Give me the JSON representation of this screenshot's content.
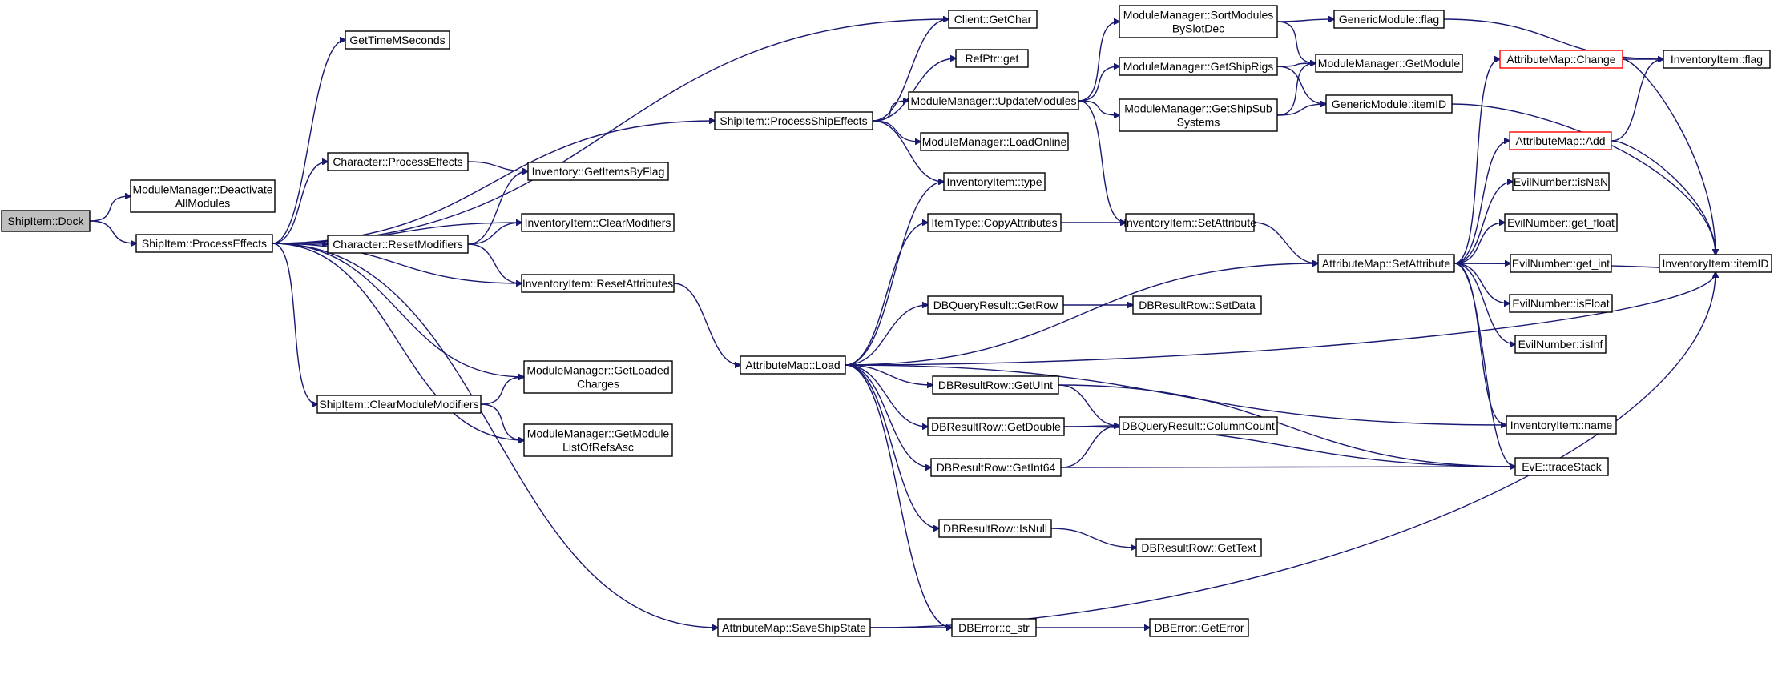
{
  "nodes": [
    {
      "id": "n_dock",
      "lines": [
        "ShipItem::Dock"
      ]
    },
    {
      "id": "n_deact",
      "lines": [
        "ModuleManager::Deactivate",
        "AllModules"
      ]
    },
    {
      "id": "n_pe",
      "lines": [
        "ShipItem::ProcessEffects"
      ]
    },
    {
      "id": "n_gtm",
      "lines": [
        "GetTimeMSeconds"
      ]
    },
    {
      "id": "n_cpe",
      "lines": [
        "Character::ProcessEffects"
      ]
    },
    {
      "id": "n_crm",
      "lines": [
        "Character::ResetModifiers"
      ]
    },
    {
      "id": "n_scmm",
      "lines": [
        "ShipItem::ClearModuleModifiers"
      ]
    },
    {
      "id": "n_igif",
      "lines": [
        "Inventory::GetItemsByFlag"
      ]
    },
    {
      "id": "n_iicm",
      "lines": [
        "InventoryItem::ClearModifiers"
      ]
    },
    {
      "id": "n_iira",
      "lines": [
        "InventoryItem::ResetAttributes"
      ]
    },
    {
      "id": "n_mmglc",
      "lines": [
        "ModuleManager::GetLoaded",
        "Charges"
      ]
    },
    {
      "id": "n_mmgml",
      "lines": [
        "ModuleManager::GetModule",
        "ListOfRefsAsc"
      ]
    },
    {
      "id": "n_cgc",
      "lines": [
        "Client::GetChar"
      ]
    },
    {
      "id": "n_rpg",
      "lines": [
        "RefPtr::get"
      ]
    },
    {
      "id": "n_spse",
      "lines": [
        "ShipItem::ProcessShipEffects"
      ]
    },
    {
      "id": "n_mmum",
      "lines": [
        "ModuleManager::UpdateModules"
      ]
    },
    {
      "id": "n_mmlo",
      "lines": [
        "ModuleManager::LoadOnline"
      ]
    },
    {
      "id": "n_iit",
      "lines": [
        "InventoryItem::type"
      ]
    },
    {
      "id": "n_itca",
      "lines": [
        "ItemType::CopyAttributes"
      ]
    },
    {
      "id": "n_dbqgr",
      "lines": [
        "DBQueryResult::GetRow"
      ]
    },
    {
      "id": "n_aml",
      "lines": [
        "AttributeMap::Load"
      ]
    },
    {
      "id": "n_dbgu",
      "lines": [
        "DBResultRow::GetUInt"
      ]
    },
    {
      "id": "n_dbgd",
      "lines": [
        "DBResultRow::GetDouble"
      ]
    },
    {
      "id": "n_dbgi",
      "lines": [
        "DBResultRow::GetInt64"
      ]
    },
    {
      "id": "n_dbin",
      "lines": [
        "DBResultRow::IsNull"
      ]
    },
    {
      "id": "n_amss",
      "lines": [
        "AttributeMap::SaveShipState"
      ]
    },
    {
      "id": "n_dbec",
      "lines": [
        "DBError::c_str"
      ]
    },
    {
      "id": "n_mmsm",
      "lines": [
        "ModuleManager::SortModules",
        "BySlotDec"
      ]
    },
    {
      "id": "n_mmgsr",
      "lines": [
        "ModuleManager::GetShipRigs"
      ]
    },
    {
      "id": "n_mmgss",
      "lines": [
        "ModuleManager::GetShipSub",
        "Systems"
      ]
    },
    {
      "id": "n_iisa",
      "lines": [
        "InventoryItem::SetAttribute"
      ]
    },
    {
      "id": "n_dbrsd",
      "lines": [
        "DBResultRow::SetData"
      ]
    },
    {
      "id": "n_dbqcc",
      "lines": [
        "DBQueryResult::ColumnCount"
      ]
    },
    {
      "id": "n_dbrgt",
      "lines": [
        "DBResultRow::GetText"
      ]
    },
    {
      "id": "n_dbege",
      "lines": [
        "DBError::GetError"
      ]
    },
    {
      "id": "n_gmf",
      "lines": [
        "GenericModule::flag"
      ]
    },
    {
      "id": "n_mmgm",
      "lines": [
        "ModuleManager::GetModule"
      ]
    },
    {
      "id": "n_gmid",
      "lines": [
        "GenericModule::itemID"
      ]
    },
    {
      "id": "n_amsa",
      "lines": [
        "AttributeMap::SetAttribute"
      ]
    },
    {
      "id": "n_amc",
      "lines": [
        "AttributeMap::Change"
      ],
      "highlight": "red"
    },
    {
      "id": "n_ama",
      "lines": [
        "AttributeMap::Add"
      ],
      "highlight": "red"
    },
    {
      "id": "n_enisnan",
      "lines": [
        "EvilNumber::isNaN"
      ]
    },
    {
      "id": "n_engf",
      "lines": [
        "EvilNumber::get_float"
      ]
    },
    {
      "id": "n_engi",
      "lines": [
        "EvilNumber::get_int"
      ]
    },
    {
      "id": "n_enif",
      "lines": [
        "EvilNumber::isFloat"
      ]
    },
    {
      "id": "n_enii",
      "lines": [
        "EvilNumber::isInf"
      ]
    },
    {
      "id": "n_iin",
      "lines": [
        "InventoryItem::name"
      ]
    },
    {
      "id": "n_evets",
      "lines": [
        "EvE::traceStack"
      ]
    },
    {
      "id": "n_iif",
      "lines": [
        "InventoryItem::flag"
      ]
    },
    {
      "id": "n_iiid",
      "lines": [
        "InventoryItem::itemID"
      ]
    }
  ],
  "edges": [
    [
      "n_dock",
      "n_deact"
    ],
    [
      "n_dock",
      "n_pe"
    ],
    [
      "n_pe",
      "n_gtm"
    ],
    [
      "n_pe",
      "n_cgc"
    ],
    [
      "n_pe",
      "n_spse"
    ],
    [
      "n_pe",
      "n_cpe"
    ],
    [
      "n_pe",
      "n_iicm"
    ],
    [
      "n_pe",
      "n_crm"
    ],
    [
      "n_pe",
      "n_iira"
    ],
    [
      "n_pe",
      "n_mmglc"
    ],
    [
      "n_pe",
      "n_scmm"
    ],
    [
      "n_pe",
      "n_mmgml"
    ],
    [
      "n_pe",
      "n_amss"
    ],
    [
      "n_cpe",
      "n_igif"
    ],
    [
      "n_crm",
      "n_igif"
    ],
    [
      "n_crm",
      "n_iicm"
    ],
    [
      "n_crm",
      "n_iira"
    ],
    [
      "n_scmm",
      "n_mmglc"
    ],
    [
      "n_scmm",
      "n_mmgml"
    ],
    [
      "n_iira",
      "n_aml"
    ],
    [
      "n_spse",
      "n_cgc"
    ],
    [
      "n_spse",
      "n_rpg"
    ],
    [
      "n_spse",
      "n_mmum"
    ],
    [
      "n_spse",
      "n_mmlo"
    ],
    [
      "n_spse",
      "n_iit"
    ],
    [
      "n_mmum",
      "n_mmsm"
    ],
    [
      "n_mmum",
      "n_mmgsr"
    ],
    [
      "n_mmum",
      "n_mmgss"
    ],
    [
      "n_mmum",
      "n_iisa"
    ],
    [
      "n_mmsm",
      "n_gmf"
    ],
    [
      "n_mmsm",
      "n_mmgm"
    ],
    [
      "n_mmgsr",
      "n_mmgm"
    ],
    [
      "n_mmgsr",
      "n_gmid"
    ],
    [
      "n_mmgss",
      "n_mmgm"
    ],
    [
      "n_mmgss",
      "n_gmid"
    ],
    [
      "n_gmf",
      "n_iif"
    ],
    [
      "n_gmid",
      "n_iiid"
    ],
    [
      "n_aml",
      "n_iit"
    ],
    [
      "n_aml",
      "n_itca"
    ],
    [
      "n_aml",
      "n_amsa"
    ],
    [
      "n_aml",
      "n_dbqgr"
    ],
    [
      "n_aml",
      "n_dbgu"
    ],
    [
      "n_aml",
      "n_dbgd"
    ],
    [
      "n_aml",
      "n_dbgi"
    ],
    [
      "n_aml",
      "n_dbin"
    ],
    [
      "n_aml",
      "n_dbec"
    ],
    [
      "n_aml",
      "n_iin"
    ],
    [
      "n_aml",
      "n_iiid"
    ],
    [
      "n_itca",
      "n_iisa"
    ],
    [
      "n_iisa",
      "n_amsa"
    ],
    [
      "n_dbqgr",
      "n_dbrsd"
    ],
    [
      "n_dbgu",
      "n_dbqcc"
    ],
    [
      "n_dbgu",
      "n_evets"
    ],
    [
      "n_dbgd",
      "n_dbqcc"
    ],
    [
      "n_dbgd",
      "n_evets"
    ],
    [
      "n_dbgi",
      "n_dbqcc"
    ],
    [
      "n_dbgi",
      "n_evets"
    ],
    [
      "n_dbin",
      "n_dbrgt"
    ],
    [
      "n_amss",
      "n_dbec"
    ],
    [
      "n_amss",
      "n_iiid"
    ],
    [
      "n_dbec",
      "n_dbege"
    ],
    [
      "n_amsa",
      "n_amc"
    ],
    [
      "n_amsa",
      "n_ama"
    ],
    [
      "n_amsa",
      "n_enisnan"
    ],
    [
      "n_amsa",
      "n_engf"
    ],
    [
      "n_amsa",
      "n_engi"
    ],
    [
      "n_amsa",
      "n_enif"
    ],
    [
      "n_amsa",
      "n_enii"
    ],
    [
      "n_amsa",
      "n_iin"
    ],
    [
      "n_amsa",
      "n_evets"
    ],
    [
      "n_amsa",
      "n_iiid"
    ],
    [
      "n_amc",
      "n_iif"
    ],
    [
      "n_amc",
      "n_iiid"
    ],
    [
      "n_ama",
      "n_iif"
    ],
    [
      "n_ama",
      "n_iiid"
    ]
  ]
}
